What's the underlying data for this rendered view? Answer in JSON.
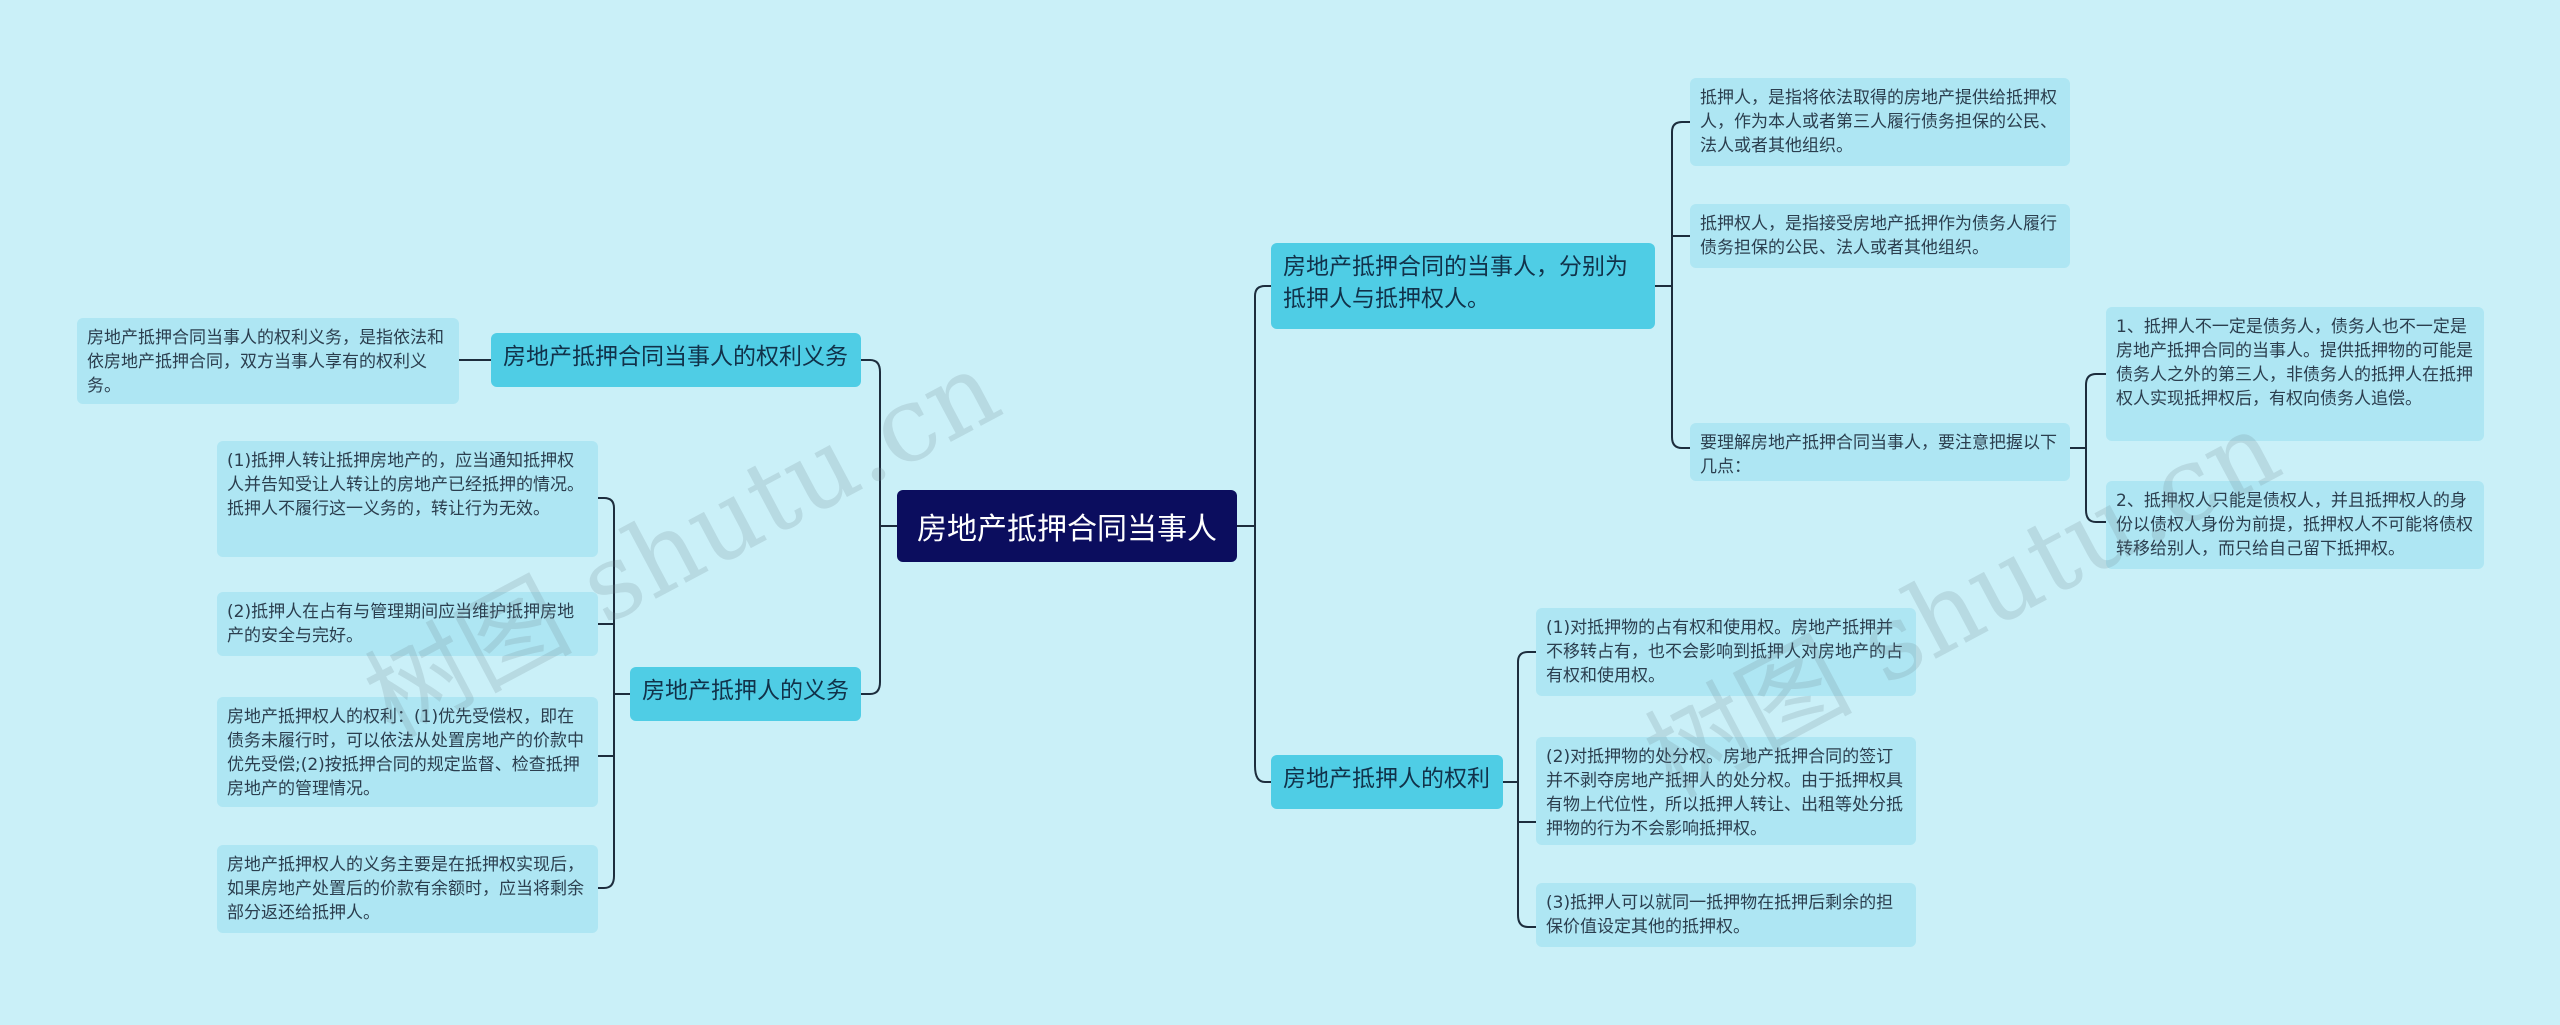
{
  "root": "房地产抵押合同当事人",
  "branches": {
    "parties": "房地产抵押合同的当事人，分别为抵押人与抵押权人。",
    "rights_duties": "房地产抵押合同当事人的权利义务",
    "mortgagor_duties": "房地产抵押人的义务",
    "mortgagor_rights": "房地产抵押人的权利"
  },
  "leaves": {
    "mortgagor_def": "抵押人，是指将依法取得的房地产提供给抵押权人，作为本人或者第三人履行债务担保的公民、法人或者其他组织。",
    "mortgagee_def": "抵押权人，是指接受房地产抵押作为债务人履行债务担保的公民、法人或者其他组织。",
    "understand": "要理解房地产抵押合同当事人，要注意把握以下几点：",
    "point1": "1、抵押人不一定是债务人，债务人也不一定是房地产抵押合同的当事人。提供抵押物的可能是债务人之外的第三人，非债务人的抵押人在抵押权人实现抵押权后，有权向债务人追偿。",
    "point2": "2、抵押权人只能是债权人，并且抵押权人的身份以债权人身份为前提，抵押权人不可能将债权转移给别人，而只给自己留下抵押权。",
    "rd_desc": "房地产抵押合同当事人的权利义务，是指依法和依房地产抵押合同，双方当事人享有的权利义务。",
    "duty1": "(1)抵押人转让抵押房地产的，应当通知抵押权人并告知受让人转让的房地产已经抵押的情况。抵押人不履行这一义务的，转让行为无效。",
    "duty2": "(2)抵押人在占有与管理期间应当维护抵押房地产的安全与完好。",
    "duty3": "房地产抵押权人的权利：(1)优先受偿权，即在债务未履行时，可以依法从处置房地产的价款中优先受偿;(2)按抵押合同的规定监督、检查抵押房地产的管理情况。",
    "duty4": "房地产抵押权人的义务主要是在抵押权实现后，如果房地产处置后的价款有余额时，应当将剩余部分返还给抵押人。",
    "right1": "(1)对抵押物的占有权和使用权。房地产抵押并不移转占有，也不会影响到抵押人对房地产的占有权和使用权。",
    "right2": "(2)对抵押物的处分权。房地产抵押合同的签订并不剥夺房地产抵押人的处分权。由于抵押权具有物上代位性，所以抵押人转让、出租等处分抵押物的行为不会影响抵押权。",
    "right3": "(3)抵押人可以就同一抵押物在抵押后剩余的担保价值设定其他的抵押权。"
  },
  "watermarks": [
    "树图 shutu.cn",
    "树图 shutu.cn"
  ],
  "colors": {
    "background": "#caf0f8",
    "root": "#0b0d5e",
    "branch": "#4fcde5",
    "leaf": "#aee6f3",
    "line": "#1d2d3d"
  }
}
